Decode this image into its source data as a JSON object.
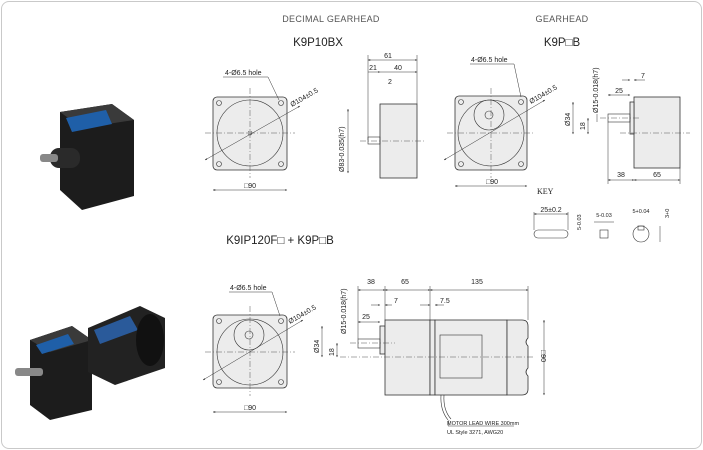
{
  "headers": {
    "decimal": "DECIMAL GEARHEAD",
    "gearhead": "GEARHEAD"
  },
  "models": {
    "decimal": "K9P10BX",
    "gearhead": "K9P□B",
    "combo": "K9IP120F□ + K9P□B"
  },
  "decimal_drawing": {
    "hole": "4-Ø6.5 hole",
    "pcd": "Ø104±0.5",
    "square": "□90",
    "shaft_dia": "Ø83-0.035(h7)",
    "d61": "61",
    "d21": "21",
    "d40": "40",
    "d2": "2"
  },
  "gearhead_drawing": {
    "hole": "4-Ø6.5 hole",
    "pcd": "Ø104±0.5",
    "square": "□90",
    "shaft_dia": "Ø15-0.018(h7)",
    "d25": "25",
    "d7": "7",
    "d34": "Ø34",
    "d18": "18",
    "d38": "38",
    "d65": "65"
  },
  "key": {
    "title": "KEY",
    "length": "25±0.2",
    "height": "5-0.03",
    "width": "5-0.03",
    "slot": "5+0.04",
    "depth": "3+0"
  },
  "combo_drawing": {
    "hole": "4-Ø6.5 hole",
    "pcd": "Ø104±0.5",
    "square": "□90",
    "shaft_dia": "Ø15-0.018(h7)",
    "d38": "38",
    "d65": "65",
    "d135": "135",
    "d7": "7",
    "d7_5": "7.5",
    "d25": "25",
    "d34": "Ø34",
    "d18": "18",
    "side_square": "□90",
    "wire_line1": "MOTOR LEAD WIRE 300mm",
    "wire_line2": "UL Style 3271, AWG20"
  },
  "colors": {
    "body": "#ececec",
    "photo": "#1c1c1c",
    "label": "#1f5fa8"
  }
}
